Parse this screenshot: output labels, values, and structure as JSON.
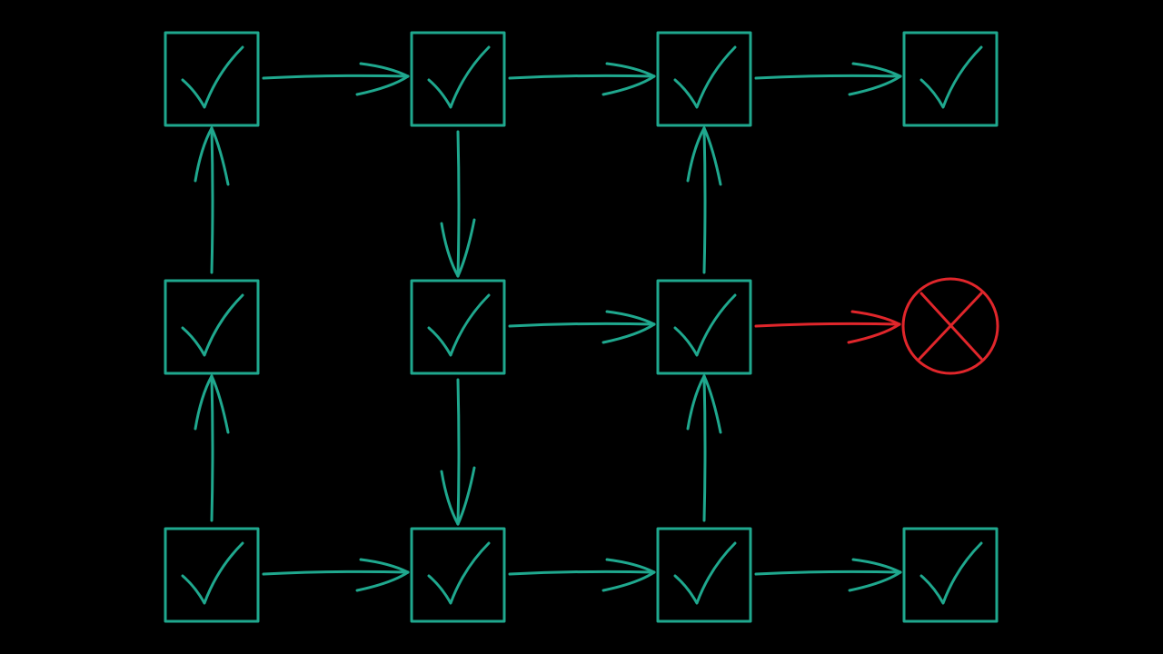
{
  "colors": {
    "background": "#000000",
    "pass": "#1fa88e",
    "fail": "#e0262b"
  },
  "diagram": {
    "nodes": [
      {
        "id": "r1c1",
        "status": "pass",
        "icon": "checkmark-icon"
      },
      {
        "id": "r1c2",
        "status": "pass",
        "icon": "checkmark-icon"
      },
      {
        "id": "r1c3",
        "status": "pass",
        "icon": "checkmark-icon"
      },
      {
        "id": "r1c4",
        "status": "pass",
        "icon": "checkmark-icon"
      },
      {
        "id": "r2c1",
        "status": "pass",
        "icon": "checkmark-icon"
      },
      {
        "id": "r2c2",
        "status": "pass",
        "icon": "checkmark-icon"
      },
      {
        "id": "r2c3",
        "status": "pass",
        "icon": "checkmark-icon"
      },
      {
        "id": "r2c4",
        "status": "fail",
        "icon": "x-circle-icon"
      },
      {
        "id": "r3c1",
        "status": "pass",
        "icon": "checkmark-icon"
      },
      {
        "id": "r3c2",
        "status": "pass",
        "icon": "checkmark-icon"
      },
      {
        "id": "r3c3",
        "status": "pass",
        "icon": "checkmark-icon"
      },
      {
        "id": "r3c4",
        "status": "pass",
        "icon": "checkmark-icon"
      }
    ],
    "edges": [
      {
        "from": "r1c1",
        "to": "r1c2",
        "status": "pass"
      },
      {
        "from": "r1c2",
        "to": "r1c3",
        "status": "pass"
      },
      {
        "from": "r1c3",
        "to": "r1c4",
        "status": "pass"
      },
      {
        "from": "r2c1",
        "to": "r1c1",
        "status": "pass"
      },
      {
        "from": "r1c2",
        "to": "r2c2",
        "status": "pass"
      },
      {
        "from": "r2c3",
        "to": "r1c3",
        "status": "pass"
      },
      {
        "from": "r3c1",
        "to": "r2c1",
        "status": "pass"
      },
      {
        "from": "r2c2",
        "to": "r3c2",
        "status": "pass"
      },
      {
        "from": "r3c3",
        "to": "r2c3",
        "status": "pass"
      },
      {
        "from": "r2c2",
        "to": "r2c3",
        "status": "pass"
      },
      {
        "from": "r2c3",
        "to": "r2c4",
        "status": "fail"
      },
      {
        "from": "r3c1",
        "to": "r3c2",
        "status": "pass"
      },
      {
        "from": "r3c2",
        "to": "r3c3",
        "status": "pass"
      },
      {
        "from": "r3c3",
        "to": "r3c4",
        "status": "pass"
      }
    ]
  }
}
